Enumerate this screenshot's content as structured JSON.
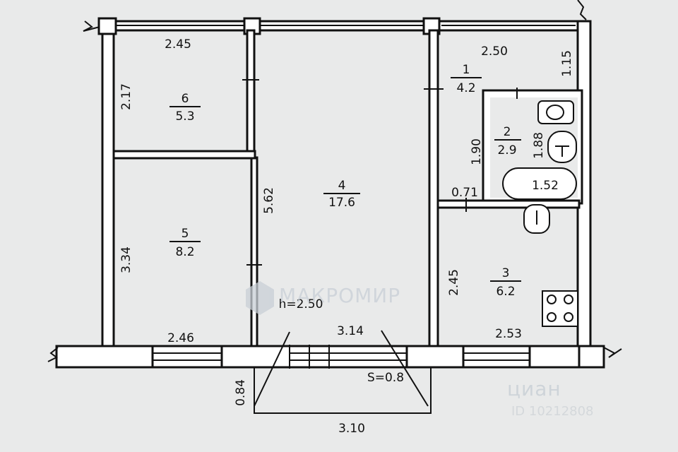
{
  "plan": {
    "rooms": [
      {
        "id": "1",
        "area": "4.2"
      },
      {
        "id": "2",
        "area": "2.9"
      },
      {
        "id": "3",
        "area": "6.2"
      },
      {
        "id": "4",
        "area": "17.6"
      },
      {
        "id": "5",
        "area": "8.2"
      },
      {
        "id": "6",
        "area": "5.3"
      }
    ],
    "dimensions": {
      "top_left_width": "2.45",
      "top_right_width": "2.50",
      "right_top_small": "1.15",
      "room6_height": "2.17",
      "room5_height": "3.34",
      "room4_height": "5.62",
      "room1_height": "1.90",
      "room2_height": "1.88",
      "bath_width": "1.52",
      "door_width": "0.71",
      "room3_height": "2.45",
      "bottom_left_width": "2.46",
      "bottom_mid_width": "3.14",
      "bottom_right_width": "2.53",
      "balcony_depth": "0.84",
      "balcony_width": "3.10"
    },
    "ceiling_height": "h=2.50",
    "balcony_area": "S=0.8"
  },
  "watermarks": {
    "brand": "МАКРОМИР",
    "cian": "циан",
    "cian_id": "ID 10212808"
  }
}
